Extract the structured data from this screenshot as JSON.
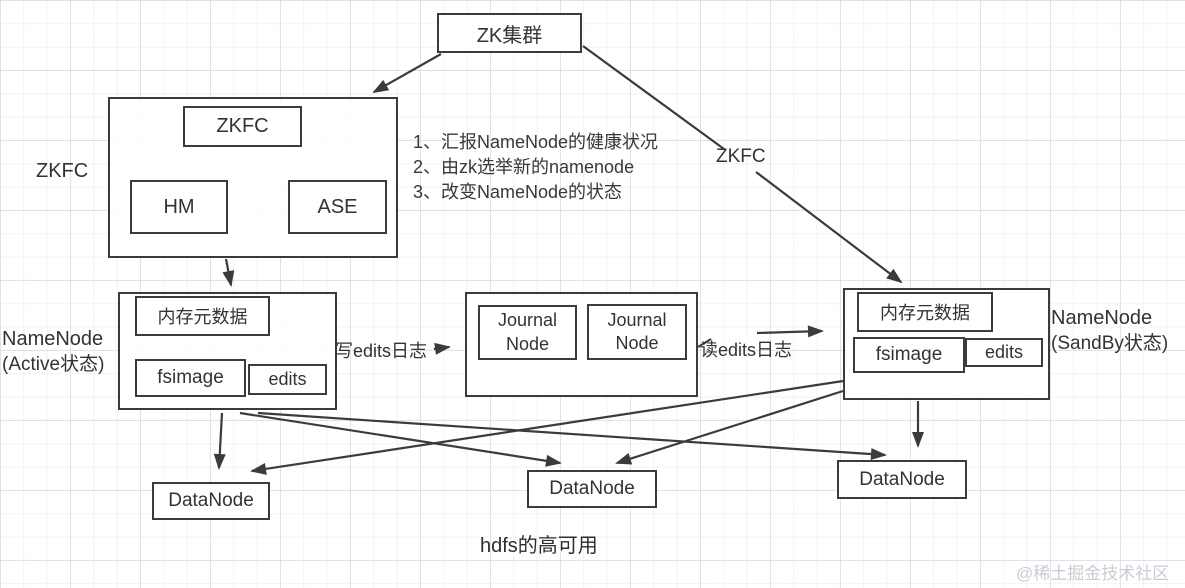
{
  "diagram": {
    "title": "hdfs的高可用",
    "watermark": "@稀土掘金技术社区"
  },
  "zk": {
    "label": "ZK集群"
  },
  "zkfc": {
    "outside_label": "ZKFC",
    "title": "ZKFC",
    "hm": "HM",
    "ase": "ASE"
  },
  "notes": {
    "lines": [
      "1、汇报NameNode的健康状况",
      "2、由zk选举新的namenode",
      "3、改变NameNode的状态"
    ],
    "zkfc_edge_label": "ZKFC"
  },
  "edges": {
    "write_edits": "写edits日志",
    "read_edits": "读edits日志"
  },
  "nn_active": {
    "name": "NameNode",
    "state": "(Active状态)",
    "memory": "内存元数据",
    "fsimage": "fsimage",
    "edits": "edits"
  },
  "nn_standby": {
    "name": "NameNode",
    "state": "(SandBy状态)",
    "memory": "内存元数据",
    "fsimage": "fsimage",
    "edits": "edits"
  },
  "journal": {
    "nodes": [
      "Journal Node",
      "Journal Node"
    ]
  },
  "datanodes": [
    "DataNode",
    "DataNode",
    "DataNode"
  ],
  "colors": {
    "stroke": "#3b3b3b",
    "text": "#333333",
    "grid": "#e9ebef",
    "watermark": "#c9ccd0",
    "background": "#ffffff"
  }
}
